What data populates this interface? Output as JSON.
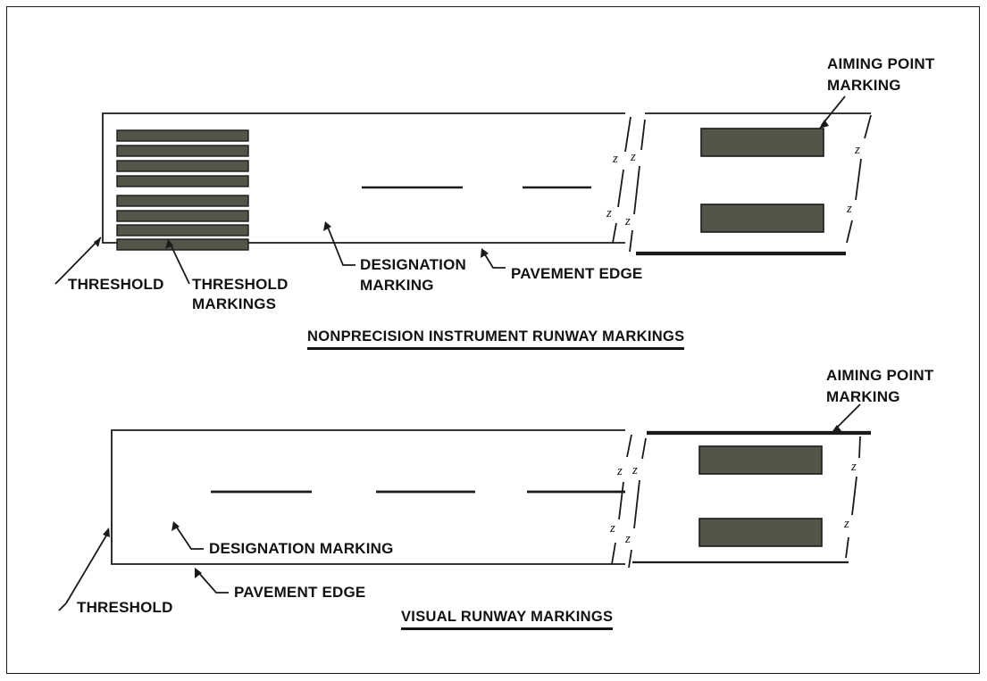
{
  "figure": {
    "title_upper": "NONPRECISION INSTRUMENT RUNWAY MARKINGS",
    "title_lower": "VISUAL RUNWAY MARKINGS",
    "colors": {
      "marking_fill": "#555449",
      "marking_stroke": "#1a1a1a",
      "line": "#1a1a1a",
      "background": "#ffffff"
    }
  },
  "upper_diagram": {
    "name": "nonprecision-instrument-runway",
    "labels": {
      "threshold": "THRESHOLD",
      "threshold_markings_l1": "THRESHOLD",
      "threshold_markings_l2": "MARKINGS",
      "designation_l1": "DESIGNATION",
      "designation_l2": "MARKING",
      "pavement_edge": "PAVEMENT EDGE",
      "aiming_point_l1": "AIMING POINT",
      "aiming_point_l2": "MARKING"
    },
    "threshold_bar_count": 8,
    "threshold_bar_groups": 2,
    "centerline_dash_count": 2,
    "aiming_point_block_count": 2,
    "break_mark_glyph": "z"
  },
  "lower_diagram": {
    "name": "visual-runway",
    "labels": {
      "threshold": "THRESHOLD",
      "designation": "DESIGNATION MARKING",
      "pavement_edge": "PAVEMENT EDGE",
      "aiming_point_l1": "AIMING POINT",
      "aiming_point_l2": "MARKING"
    },
    "threshold_bar_count": 0,
    "centerline_dash_count": 3,
    "aiming_point_block_count": 2,
    "break_mark_glyph": "z"
  }
}
